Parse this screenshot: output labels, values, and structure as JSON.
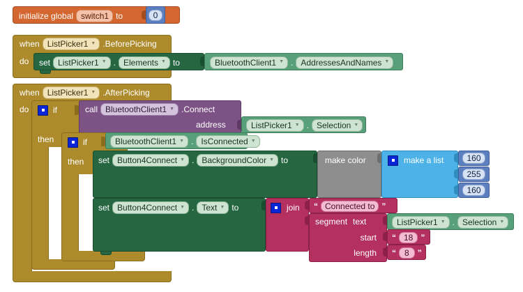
{
  "app": {
    "name": "MIT App Inventor Blocks Editor",
    "canvas_background": "#ffffff"
  },
  "palette": {
    "variable_orange": "#d3672f",
    "control_gold": "#ad8b2c",
    "component_set_green": "#266742",
    "component_get_green": "#58a07a",
    "procedure_purple": "#7d5386",
    "text_pink": "#b3305f",
    "color_gray": "#8e8e8e",
    "list_cyan": "#4db2e8",
    "math_blue": "#5b7fbf"
  },
  "blocks": {
    "init_global": {
      "keyword": "initialize global",
      "name": "switch1",
      "to": "to",
      "value": "0"
    },
    "before_picking": {
      "when": "when",
      "component": "ListPicker1",
      "event": ".BeforePicking",
      "do": "do",
      "statement": {
        "set": "set",
        "component": "ListPicker1",
        "dot": ".",
        "property": "Elements",
        "to": "to",
        "value_component": "BluetoothClient1",
        "value_dot": ".",
        "value_property": "AddressesAndNames"
      }
    },
    "after_picking": {
      "when": "when",
      "component": "ListPicker1",
      "event": ".AfterPicking",
      "do": "do",
      "outer_if": {
        "if": "if",
        "then": "then",
        "condition": {
          "call": "call",
          "component": "BluetoothClient1",
          "method": ".Connect",
          "arg_label": "address",
          "arg_component": "ListPicker1",
          "arg_dot": ".",
          "arg_property": "Selection"
        }
      },
      "inner_if": {
        "if": "if",
        "then": "then",
        "condition": {
          "component": "BluetoothClient1",
          "dot": ".",
          "property": "IsConnected"
        }
      },
      "set_background": {
        "set": "set",
        "component": "Button4Connect",
        "dot": ".",
        "property": "BackgroundColor",
        "to": "to",
        "make_color": "make color",
        "make_list": "make a list",
        "list_values": [
          "160",
          "255",
          "160"
        ]
      },
      "set_text": {
        "set": "set",
        "component": "Button4Connect",
        "dot": ".",
        "property": "Text",
        "to": "to",
        "join": "join",
        "string_literal": "Connected to ",
        "segment": {
          "label_segment": "segment",
          "label_text": "text",
          "text_component": "ListPicker1",
          "text_dot": ".",
          "text_property": "Selection",
          "label_start": "start",
          "start_value": "18",
          "label_length": "length",
          "length_value": "8"
        }
      }
    }
  }
}
